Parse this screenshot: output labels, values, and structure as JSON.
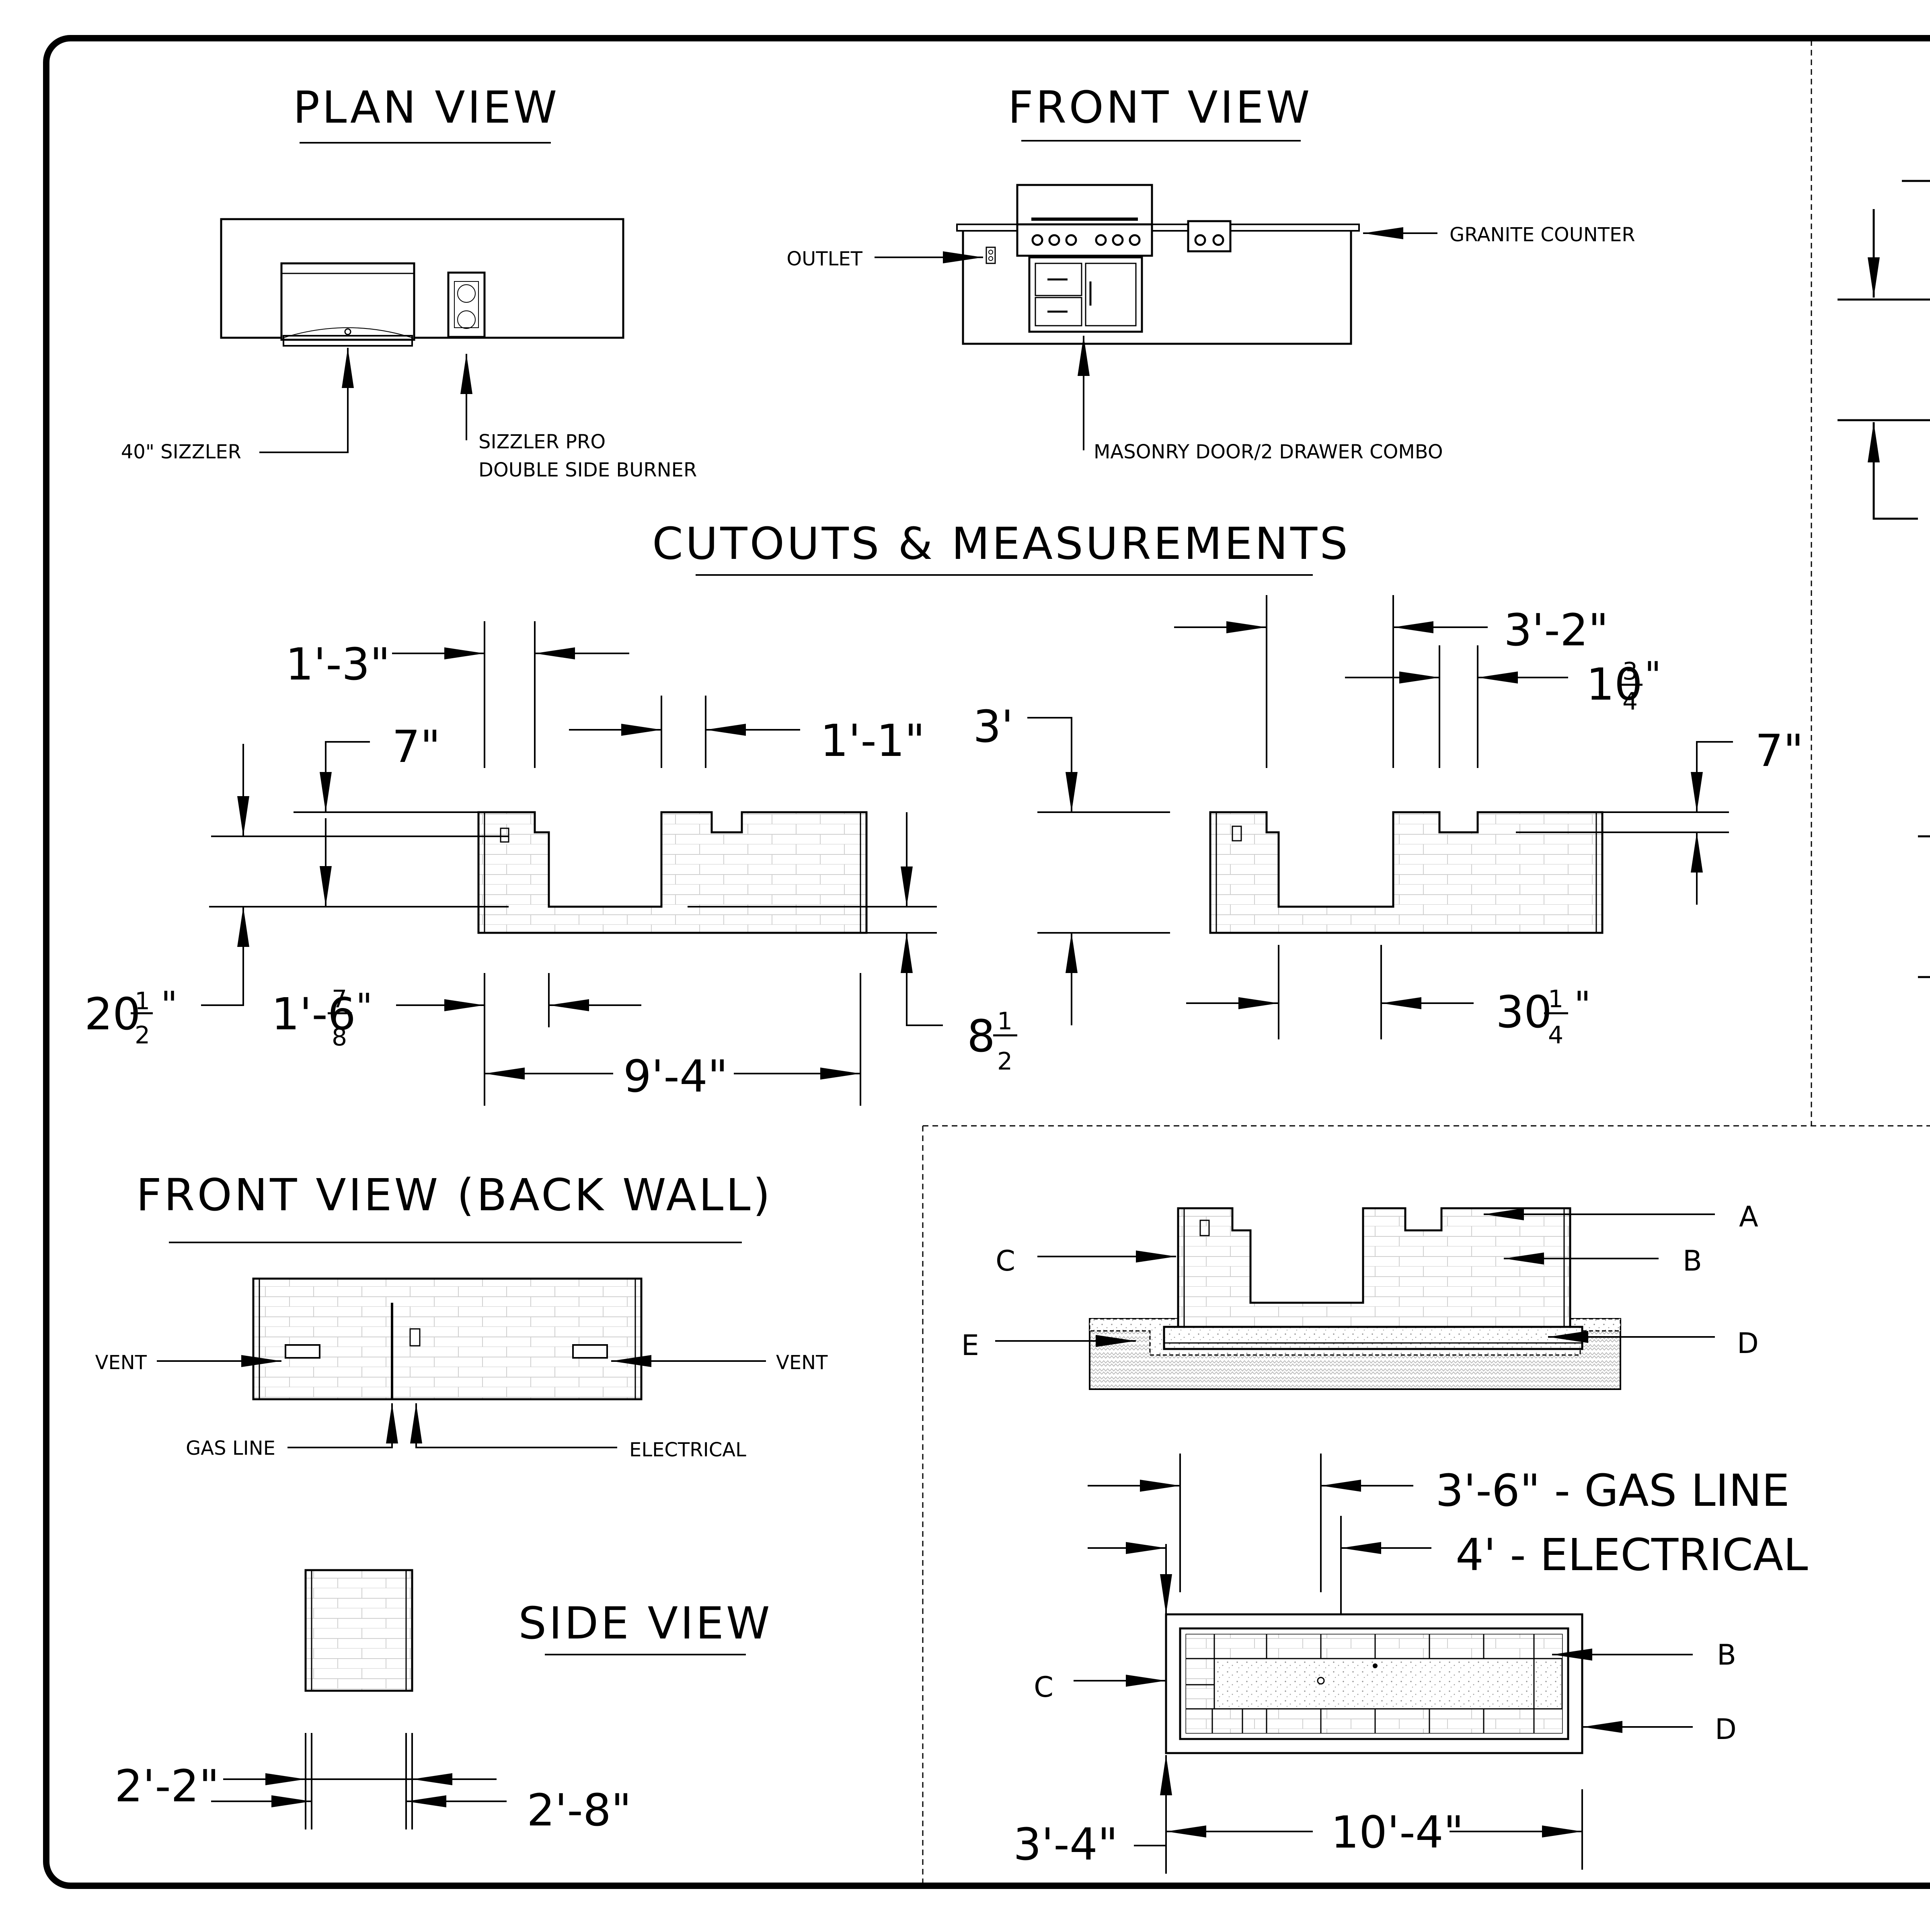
{
  "titles": {
    "plan_view": "PLAN VIEW",
    "front_view": "FRONT VIEW",
    "cutouts": "CUTOUTS & MEASUREMENTS",
    "front_view_back_wall": "FRONT VIEW (BACK WALL)",
    "side_view": "SIDE VIEW"
  },
  "plan_labels": {
    "sizzler": "40\" SIZZLER",
    "side_burner_1": "SIZZLER PRO",
    "side_burner_2": "DOUBLE SIDE BURNER"
  },
  "front_labels": {
    "outlet": "OUTLET",
    "granite": "GRANITE COUNTER",
    "masonry": "MASONRY DOOR/2 DRAWER COMBO"
  },
  "dimensions": {
    "d_1_3": "1'-3\"",
    "d_7a": "7\"",
    "d_1_1": "1'-1\"",
    "d_3": "3'",
    "d_3_2": "3'-2\"",
    "d_10": "10",
    "d_10_num": "3",
    "d_10_den": "4",
    "d_10_unit": "\"",
    "d_7b": "7\"",
    "d_20": "20",
    "d_20_num": "1",
    "d_20_den": "2",
    "d_20_unit": "\"",
    "d_1_6": "1'-6",
    "d_1_6_num": "7",
    "d_1_6_den": "8",
    "d_1_6_unit": "\"",
    "d_8": "8",
    "d_8_num": "1",
    "d_8_den": "2",
    "d_9_4": "9'-4\"",
    "d_30": "30",
    "d_30_num": "1",
    "d_30_den": "4",
    "d_30_unit": "\""
  },
  "back_wall_labels": {
    "vent_left": "VENT",
    "vent_right": "VENT",
    "gas_line": "GAS LINE",
    "electrical": "ELECTRICAL"
  },
  "side_dims": {
    "d_2_2": "2'-2\"",
    "d_2_8": "2'-8\""
  },
  "detail_labels": {
    "a": "A",
    "b": "B",
    "c": "C",
    "d": "D",
    "e": "E",
    "b2": "B",
    "c2": "C",
    "d2": "D"
  },
  "detail_dims": {
    "gas_line": "3'-6\" - GAS LINE",
    "electrical": "4' - ELECTRICAL",
    "d_3_4": "3'-4\"",
    "d_10_4": "10'-4\""
  }
}
